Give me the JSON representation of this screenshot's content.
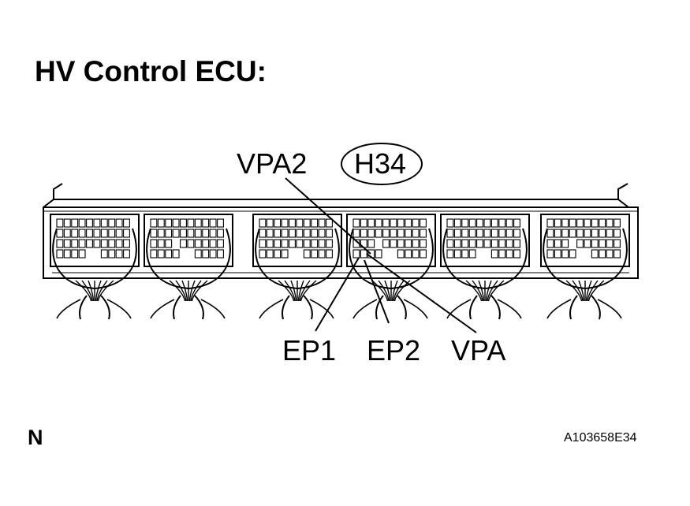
{
  "title": "HV Control ECU:",
  "connector_id": "H34",
  "terminals": {
    "vpa2": "VPA2",
    "ep1": "EP1",
    "ep2": "EP2",
    "vpa": "VPA"
  },
  "corner_mark": "N",
  "figure_id": "A103658E34"
}
